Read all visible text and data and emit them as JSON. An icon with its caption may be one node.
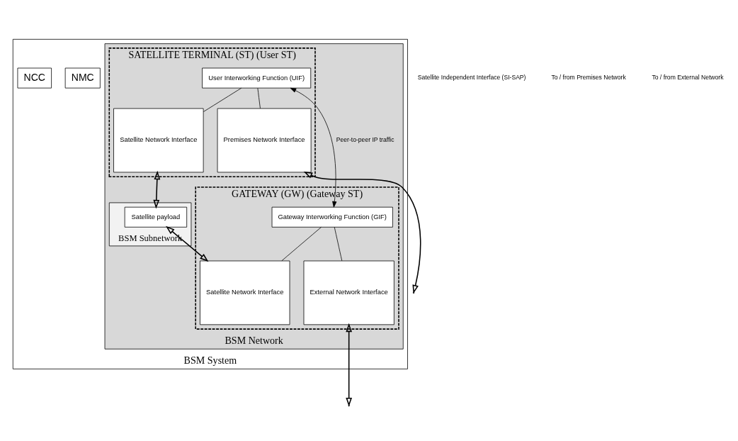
{
  "diagram": {
    "nodes": [
      {
        "text": [
          "BSM System"
        ]
      },
      {
        "text": [
          "NMC"
        ],
        "in": 0
      },
      {
        "text": [
          "NCC"
        ],
        "in": 0
      },
      {
        "text": [
          "BSM Network"
        ],
        "in": 0
      },
      {
        "text": [
          "SATELLITE TERMINAL (ST) (User ST)"
        ],
        "in": 3
      },
      {
        "text": [
          "GATEWAY (GW) (Gateway ST)"
        ],
        "in": 3
      },
      {
        "text": [
          "BSM Subnetwork"
        ],
        "in": 3
      },
      {
        "text": [
          "User Interworking Function (UIF)"
        ],
        "in": 4
      },
      {
        "text": [
          "Premises Network Interface"
        ],
        "in": 4
      },
      {
        "text": [
          "Satellite Network Interface"
        ],
        "in": 4
      },
      {
        "text": [
          "Gateway Interworking Function (GIF)"
        ],
        "in": 5
      },
      {
        "text": [
          "Satellite Network Interface"
        ],
        "in": 5
      },
      {
        "text": [
          "External Network Interface"
        ],
        "in": 5
      },
      {
        "text": [
          "Satellite payload"
        ],
        "in": 6
      }
    ],
    "edges": [
      {
        "from": 7,
        "to": 10,
        "arrow": "both",
        "label": "Peer-to-peer IP traffic"
      },
      {
        "from": 7,
        "to": 8,
        "arrow": "none"
      },
      {
        "from": 7,
        "to": 9,
        "arrow": "none"
      },
      {
        "from": 10,
        "to": 11,
        "arrow": "none"
      },
      {
        "from": 10,
        "to": 12,
        "arrow": "none"
      },
      {
        "from": 9,
        "to": 13,
        "arrow": "both"
      },
      {
        "from": 13,
        "to": 11,
        "arrow": "both"
      },
      {
        "from": null,
        "to": 8,
        "arrow": "both"
      },
      {
        "from": 12,
        "to": null,
        "arrow": "both"
      }
    ],
    "labels": [
      "Satellite Independent Interface (SI-SAP)",
      "To / from Premises Network",
      "To / from External Network"
    ]
  }
}
